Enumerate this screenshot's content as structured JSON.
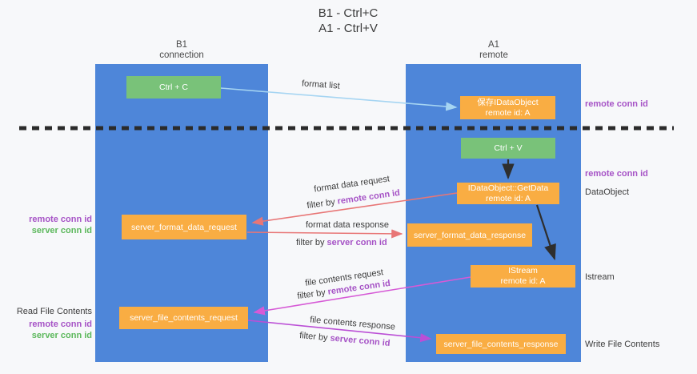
{
  "title": {
    "line1": "B1 - Ctrl+C",
    "line2": "A1 - Ctrl+V"
  },
  "columns": {
    "left": {
      "header_line1": "B1",
      "header_line2": "connection"
    },
    "right": {
      "header_line1": "A1",
      "header_line2": "remote"
    }
  },
  "boxes": {
    "ctrl_c": {
      "label": "Ctrl + C"
    },
    "saved_dataobject": {
      "line1": "保存IDataObject",
      "line2": "remote id: A"
    },
    "ctrl_v": {
      "label": "Ctrl + V"
    },
    "getdata": {
      "line1": "IDataObject::GetData",
      "line2": "remote id: A"
    },
    "format_request": {
      "label": "server_format_data_request"
    },
    "format_response": {
      "label": "server_format_data_response"
    },
    "istream": {
      "line1": "IStream",
      "line2": "remote id: A"
    },
    "file_request": {
      "label": "server_file_contents_request"
    },
    "file_response": {
      "label": "server_file_contents_response"
    }
  },
  "arrow_labels": {
    "format_list": "format list",
    "format_data_request": "format data request",
    "filter_remote_1": {
      "prefix": "filter by ",
      "id": "remote conn id"
    },
    "format_data_response": "format data response",
    "filter_server_1": {
      "prefix": "filter by ",
      "id": "server conn id"
    },
    "file_contents_request": "file contents request",
    "filter_remote_2": {
      "prefix": "filter by ",
      "id": "remote conn id"
    },
    "file_contents_response": "file contents response",
    "filter_server_2": {
      "prefix": "filter by ",
      "id": "server conn id"
    }
  },
  "side_labels": {
    "right_remote_conn_top": "remote conn id",
    "right_remote_conn_mid": "remote conn id",
    "right_dataobject": "DataObject",
    "right_istream": "Istream",
    "right_write_file": "Write File Contents",
    "left_remote_conn_1": "remote conn id",
    "left_server_conn_1": "server conn id",
    "left_read_file": "Read File Contents",
    "left_remote_conn_2": "remote conn id",
    "left_server_conn_2": "server conn id"
  },
  "colors": {
    "column_blue": "#4e86d9",
    "box_green": "#79c279",
    "box_orange": "#f9ad43",
    "arrow_light_blue": "#a6d5f2",
    "arrow_red": "#e87676",
    "arrow_magenta": "#d65ad6",
    "arrow_magenta_dark": "#bb4fd6",
    "arrow_black": "#2e2e2e",
    "label_purple": "#a653c6",
    "label_green": "#5cb85c",
    "text_dark": "#3c3c3c",
    "background": "#f7f8fa"
  }
}
